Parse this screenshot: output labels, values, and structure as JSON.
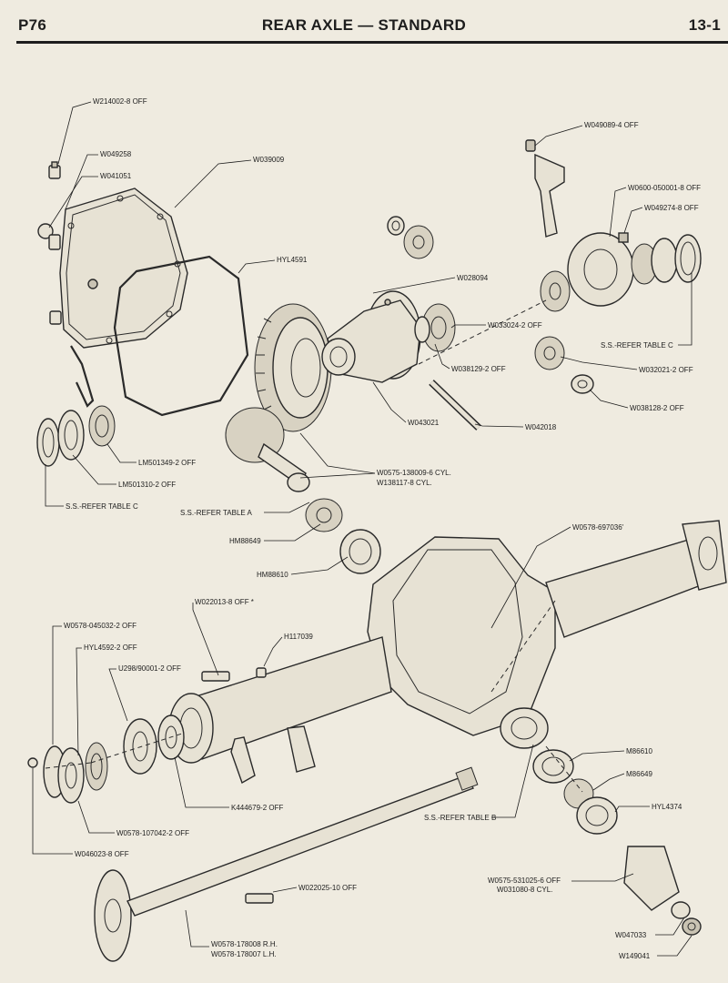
{
  "header": {
    "page_number": "P76",
    "title": "REAR AXLE — STANDARD",
    "section": "13-1"
  },
  "labels": {
    "w214002": "W214002-8 OFF",
    "w049258": "W049258",
    "w041051": "W041051",
    "w039009": "W039009",
    "hyl4591": "HYL4591",
    "w049089": "W049089-4 OFF",
    "w0600": "W0600-050001-8 OFF",
    "w049274": "W049274-8 OFF",
    "w028094": "W028094",
    "w033024": "W033024-2 OFF",
    "ss_table_c_right": "S.S.-REFER TABLE C",
    "w038129": "W038129-2 OFF",
    "w032021": "W032021-2 OFF",
    "w038128": "W038128-2 OFF",
    "w043021": "W043021",
    "w042018": "W042018",
    "lm501349": "LM501349-2 OFF",
    "lm501310": "LM501310-2 OFF",
    "ss_table_c_left": "S.S.-REFER TABLE C",
    "w0575_138009": "W0575-138009-6 CYL.",
    "w138117": "W138117-8 CYL.",
    "ss_table_a": "S.S.-REFER TABLE A",
    "hm88649": "HM88649",
    "hm88610": "HM88610",
    "w0578_697036": "W0578-697036'",
    "w022013": "W022013-8 OFF *",
    "w0578_045032": "W0578-045032-2 OFF",
    "hyl4592": "HYL4592-2 OFF",
    "h117039": "H117039",
    "u298": "U298/90001-2 OFF",
    "m86610": "M86610",
    "m86649": "M86649",
    "hyl4374": "HYL4374",
    "ss_table_b": "S.S.-REFER TABLE B",
    "k444679": "K444679-2 OFF",
    "w0578_107042": "W0578-107042-2 OFF",
    "w046023": "W046023-8 OFF",
    "w0575_531025": "W0575-531025-6 OFF",
    "w031080": "W031080-8 CYL.",
    "w022025": "W022025-10 OFF",
    "w047033": "W047033",
    "w149041": "W149041",
    "w0578_178008": "W0578-178008 R.H.",
    "w0578_178007": "W0578-178007 L.H."
  }
}
